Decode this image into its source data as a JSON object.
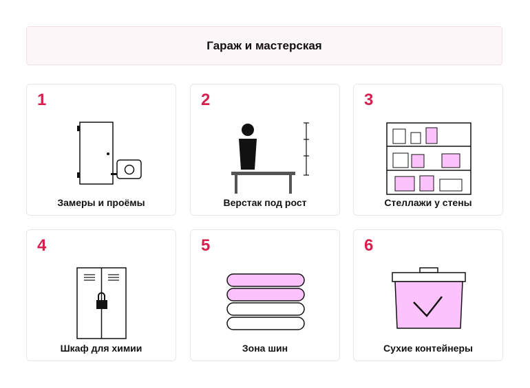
{
  "header": {
    "title": "Гараж и мастерская"
  },
  "colors": {
    "accent": "#d81f4e",
    "highlight": "#fcc2fc",
    "stroke": "#111111"
  },
  "cards": [
    {
      "number": "1",
      "label": "Замеры и проёмы",
      "icon": "door-measure-icon"
    },
    {
      "number": "2",
      "label": "Верстак под рост",
      "icon": "workbench-height-icon"
    },
    {
      "number": "3",
      "label": "Стеллажи у стены",
      "icon": "wall-shelving-icon"
    },
    {
      "number": "4",
      "label": "Шкаф для химии",
      "icon": "locked-cabinet-icon"
    },
    {
      "number": "5",
      "label": "Зона шин",
      "icon": "tire-stack-icon"
    },
    {
      "number": "6",
      "label": "Сухие контейнеры",
      "icon": "dry-container-icon"
    }
  ]
}
